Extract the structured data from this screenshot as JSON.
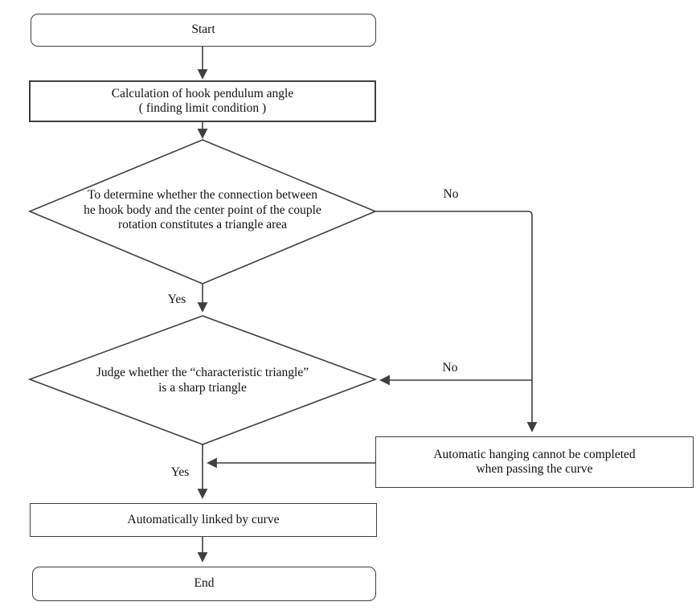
{
  "nodes": {
    "start": {
      "label": "Start"
    },
    "calc": {
      "lines": [
        "Calculation of hook pendulum angle",
        "( finding limit condition )"
      ]
    },
    "decision1": {
      "lines": [
        "To determine whether the connection between",
        "he hook body and the center point of the couple",
        "rotation constitutes a triangle area"
      ]
    },
    "decision2": {
      "lines": [
        "Judge whether the “characteristic triangle”",
        "is a sharp triangle"
      ]
    },
    "fail": {
      "lines": [
        "Automatic hanging cannot be completed",
        "when passing the curve"
      ]
    },
    "autolink": {
      "label": "Automatically linked by curve"
    },
    "end": {
      "label": "End"
    }
  },
  "edge_labels": {
    "no1": "No",
    "yes1": "Yes",
    "no2": "No",
    "yes2": "Yes"
  },
  "colors": {
    "line": "#3f3f3f",
    "node_border": "#3f3f3f",
    "text": "#111111",
    "background": "#ffffff"
  }
}
